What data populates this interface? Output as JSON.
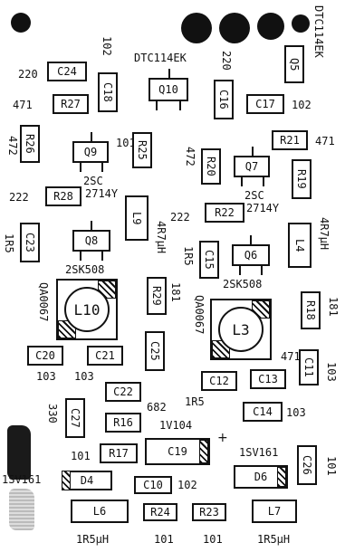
{
  "board": {
    "parts": {
      "C24": "C24",
      "R27": "R27",
      "C18": "C18",
      "Q10": "Q10",
      "C16": "C16",
      "C17": "C17",
      "Q5": "Q5",
      "R26": "R26",
      "Q9": "Q9",
      "R25": "R25",
      "R21": "R21",
      "R20": "R20",
      "Q7": "Q7",
      "R19": "R19",
      "R28": "R28",
      "L9": "L9",
      "R22": "R22",
      "C23": "C23",
      "Q8": "Q8",
      "C15": "C15",
      "Q6": "Q6",
      "L4": "L4",
      "L10": "L10",
      "R29": "R29",
      "L3": "L3",
      "R18": "R18",
      "C20": "C20",
      "C21": "C21",
      "C25": "C25",
      "C12": "C12",
      "C13": "C13",
      "C11": "C11",
      "C22": "C22",
      "C27": "C27",
      "C14": "C14",
      "R16": "R16",
      "R17": "R17",
      "C19": "C19",
      "C26": "C26",
      "D4": "D4",
      "C10": "C10",
      "D6": "D6",
      "L6": "L6",
      "R24": "R24",
      "R23": "R23",
      "L7": "L7"
    },
    "values": {
      "c24_val": "220",
      "c18_val": "102",
      "q10_type": "DTC114EK",
      "c16_val": "220",
      "q5_type": "DTC114EK",
      "r27_val": "471",
      "c17_val": "102",
      "r26_val": "472",
      "q9_type_a": "2SC",
      "q9_type_b": "2714Y",
      "r25_val": "101",
      "r21_val": "471",
      "r20_val": "472",
      "q7_type_a": "2SC",
      "q7_type_b": "2714Y",
      "r28_val": "222",
      "r22_val": "222",
      "l9_val": "4R7μH",
      "c23_val": "1R5",
      "q8_type": "2SK508",
      "c15_val": "1R5",
      "q6_type": "2SK508",
      "l4_val": "4R7μH",
      "l10_type": "QA0067",
      "r29_val": "181",
      "l3_type": "QA0067",
      "r18_val": "181",
      "c20_val": "103",
      "c21_val": "103",
      "c11_val_a": "471",
      "c11_val_b": "103",
      "c22_val": "682",
      "c12_val": "1R5",
      "c27_val": "330",
      "c14_val": "103",
      "c19_val": "1V104",
      "d4_type": "1SV161",
      "d6_type": "1SV161",
      "c26_val": "101",
      "r17_val": "101",
      "c10_val": "102",
      "l6_val": "1R5μH",
      "r24_val": "101",
      "r23_val": "101",
      "l7_val": "1R5μH"
    }
  }
}
